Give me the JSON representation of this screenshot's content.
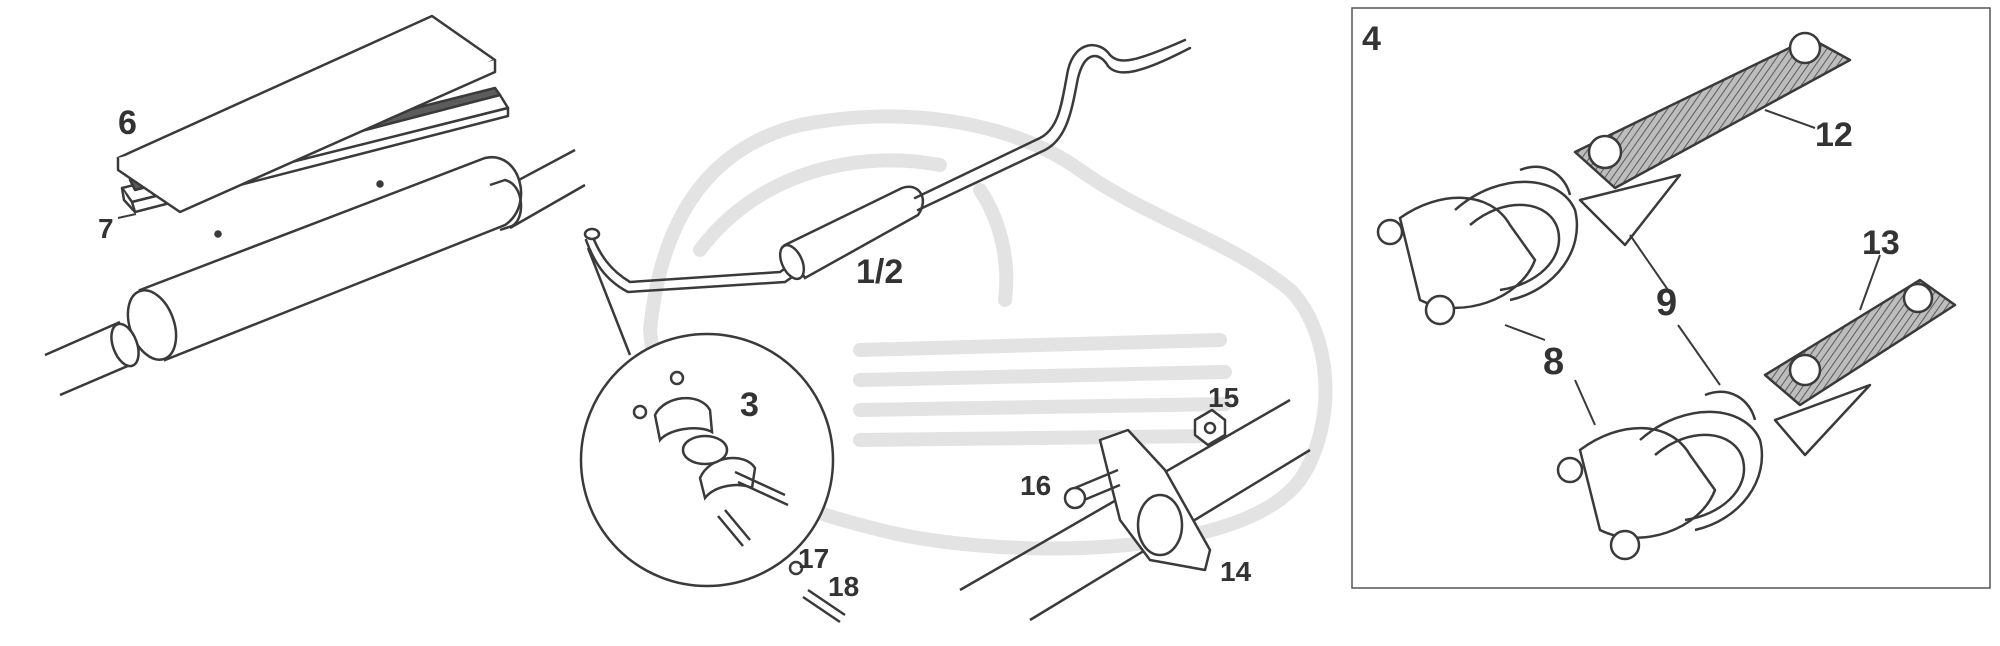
{
  "colors": {
    "line": "#3a3a3a",
    "watermark": "#e6e6e6",
    "label": "#333333",
    "fill": "#ffffff",
    "strap_texture": "#8c8c8c"
  },
  "labels": {
    "part_6": "6",
    "part_7": "7",
    "part_1_2": "1/2",
    "part_3": "3",
    "part_4": "4",
    "part_8": "8",
    "part_9": "9",
    "part_12": "12",
    "part_13": "13",
    "part_14": "14",
    "part_15": "15",
    "part_16": "16",
    "part_17": "17",
    "part_18": "18"
  }
}
